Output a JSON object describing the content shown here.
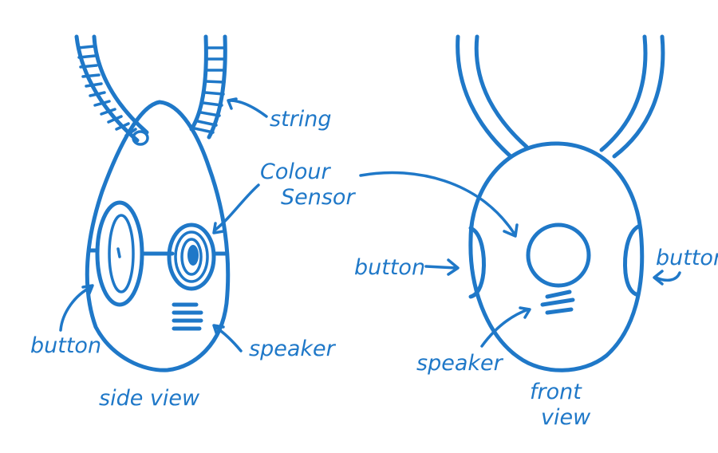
{
  "labels": {
    "string": "string",
    "colour_sensor_line1": "Colour",
    "colour_sensor_line2": "Sensor",
    "button_side": "button",
    "speaker_side": "speaker",
    "side_view": "side view",
    "button_front_left": "button",
    "button_front_right": "button",
    "speaker_front": "speaker",
    "front_view_line1": "front",
    "front_view_line2": "view"
  },
  "colors": {
    "ink": "#1f78c8",
    "background": "#ffffff"
  }
}
